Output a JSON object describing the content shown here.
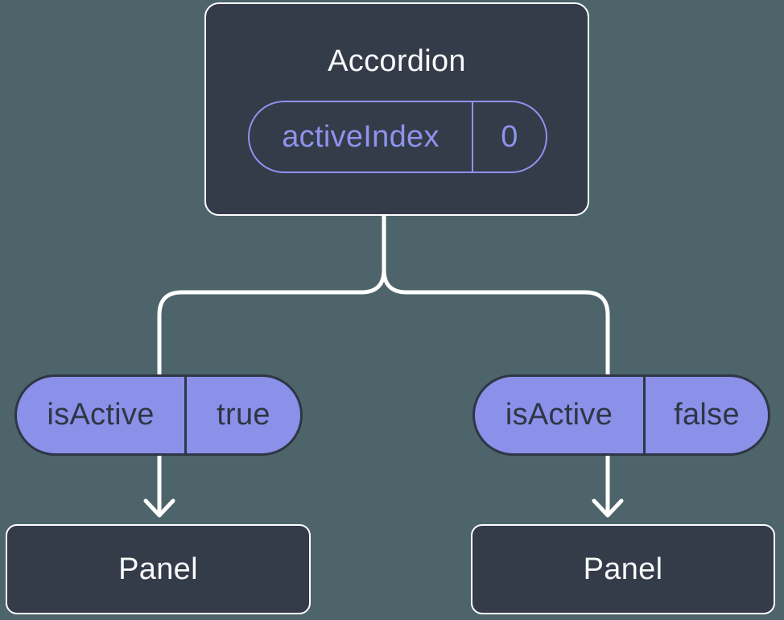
{
  "colors": {
    "background": "#4d646b",
    "node_fill": "#343b49",
    "node_border": "#ffffff",
    "pill_fill": "#8b90e9",
    "pill_outline": "#8e93ec",
    "pill_text_dark": "#2f3644",
    "text_light": "#f8f9fb",
    "connector": "#ffffff"
  },
  "tree": {
    "root": {
      "title": "Accordion",
      "prop": {
        "name": "activeIndex",
        "value": "0"
      }
    },
    "children": [
      {
        "prop": {
          "name": "isActive",
          "value": "true"
        },
        "child": {
          "title": "Panel"
        }
      },
      {
        "prop": {
          "name": "isActive",
          "value": "false"
        },
        "child": {
          "title": "Panel"
        }
      }
    ]
  }
}
